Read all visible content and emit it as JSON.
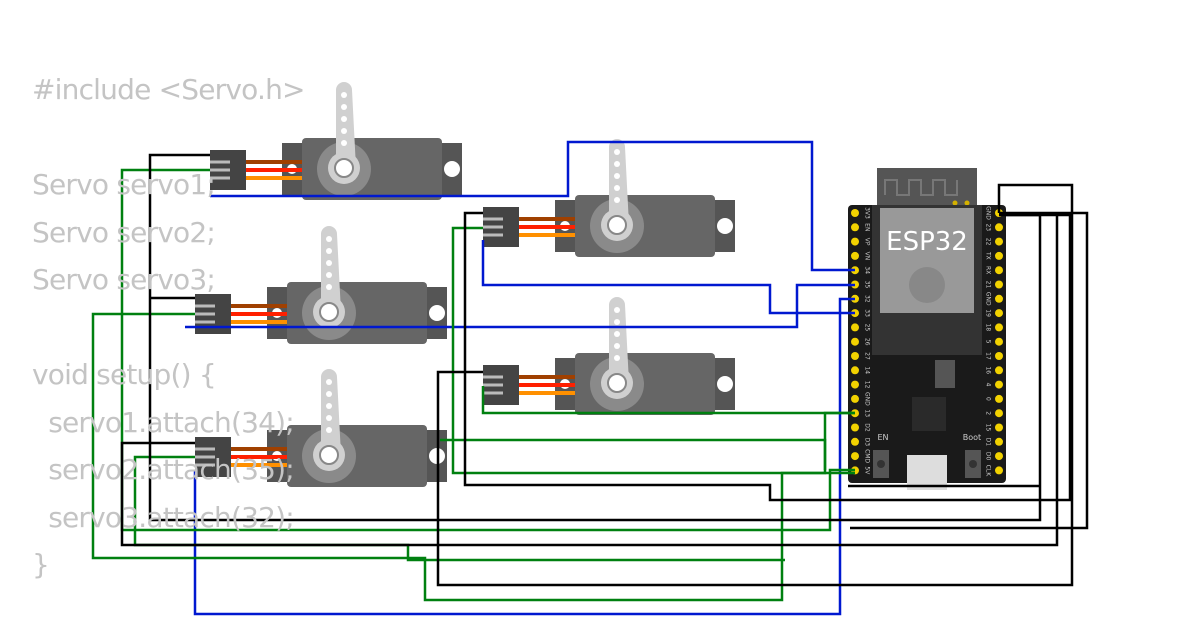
{
  "code_lines": [
    "#include <Servo.h>",
    "",
    "Servo servo1;",
    "Servo servo2;",
    "Servo servo3;",
    "",
    "void setup() {",
    "  servo1.attach(34);",
    "  servo2.attach(35);",
    "  servo3.attach(32);",
    "}"
  ],
  "board": {
    "chip_label": "ESP32",
    "left_pins": [
      "3V3",
      "EN",
      "VP",
      "VN",
      "34",
      "35",
      "32",
      "33",
      "25",
      "26",
      "27",
      "14",
      "12",
      "GND",
      "13",
      "D2",
      "D3",
      "CMD",
      "5V"
    ],
    "right_pins": [
      "GND",
      "23",
      "22",
      "TX",
      "RX",
      "21",
      "GND",
      "19",
      "18",
      "5",
      "17",
      "16",
      "4",
      "0",
      "2",
      "15",
      "D1",
      "D0",
      "CLK"
    ],
    "en_label": "EN",
    "boot_label": "Boot"
  },
  "colors": {
    "signal": "#0018d0",
    "power": "#008010",
    "ground": "#000000",
    "code": "#cfcfcf"
  }
}
